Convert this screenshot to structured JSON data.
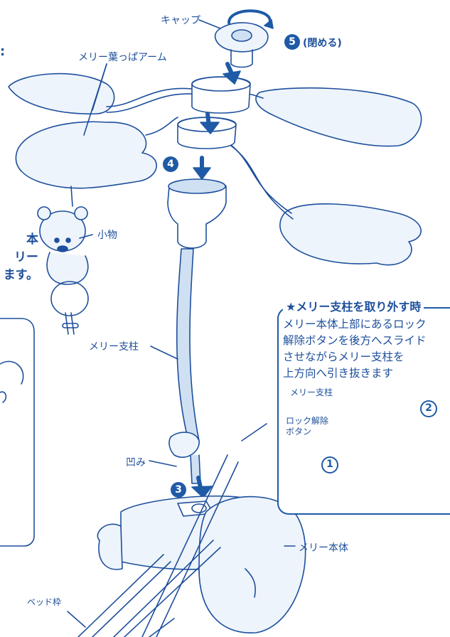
{
  "labels": {
    "cap": "キャップ",
    "step5_text": "(閉める)",
    "leaf_arm": "メリー葉っぱアーム",
    "small_item": "小物",
    "merry_pole": "メリー支柱",
    "dent": "凹み",
    "merry_body": "メリー本体",
    "bed_frame": "ベッド枠"
  },
  "steps": {
    "s3": "3",
    "s4": "4",
    "s5": "5"
  },
  "left_fragment": {
    "colon": ":",
    "line1": "本",
    "line2": "リー",
    "line3": "ます。"
  },
  "note": {
    "title": "★メリー支柱を取り外す時",
    "lines": [
      "メリー本体上部にあるロック",
      "解除ボタンを後方へスライド",
      "させながらメリー支柱を",
      "上方向へ引き抜きます"
    ],
    "pole_label": "メリー支柱",
    "lock_label_1": "ロック解除",
    "lock_label_2": "ボタン",
    "step1": "1",
    "step2": "2"
  },
  "colors": {
    "ink": "#1d4f9c",
    "fill": "#eef4fb",
    "pole": "#cfe0f2"
  }
}
